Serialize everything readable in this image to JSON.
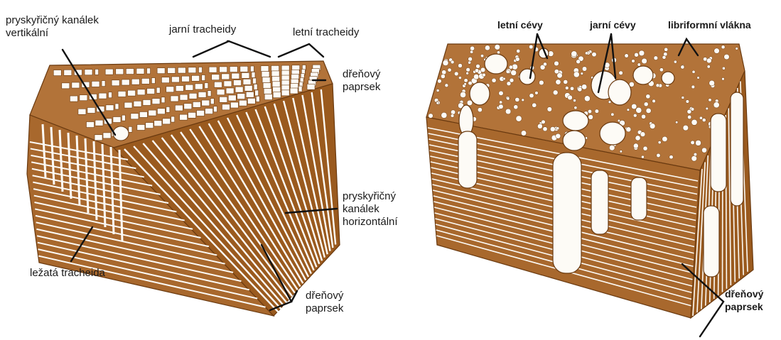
{
  "colors": {
    "wood": "#9a5a1e",
    "wood_light": "#b27339",
    "cell": "#fdfbf6",
    "line": "#111111"
  },
  "left_panel": {
    "labels": {
      "resin_canal_vertical": "pryskyřičný kanálek\nvertikální",
      "earlywood_tracheids": "jarní tracheidy",
      "latewood_tracheids": "letní tracheidy",
      "ray_top": "dřeňový\npaprsek",
      "resin_canal_horizontal": "pryskyřičný\nkanálek\nhorizontální",
      "ray_bottom": "dřeňový\npaprsek",
      "ray_tracheid": "ležatá tracheida"
    }
  },
  "right_panel": {
    "labels": {
      "latewood_vessels": "letní cévy",
      "earlywood_vessels": "jarní cévy",
      "libriform_fibers": "libriformní vlákna",
      "ray": "dřeňový\npaprsek"
    }
  }
}
